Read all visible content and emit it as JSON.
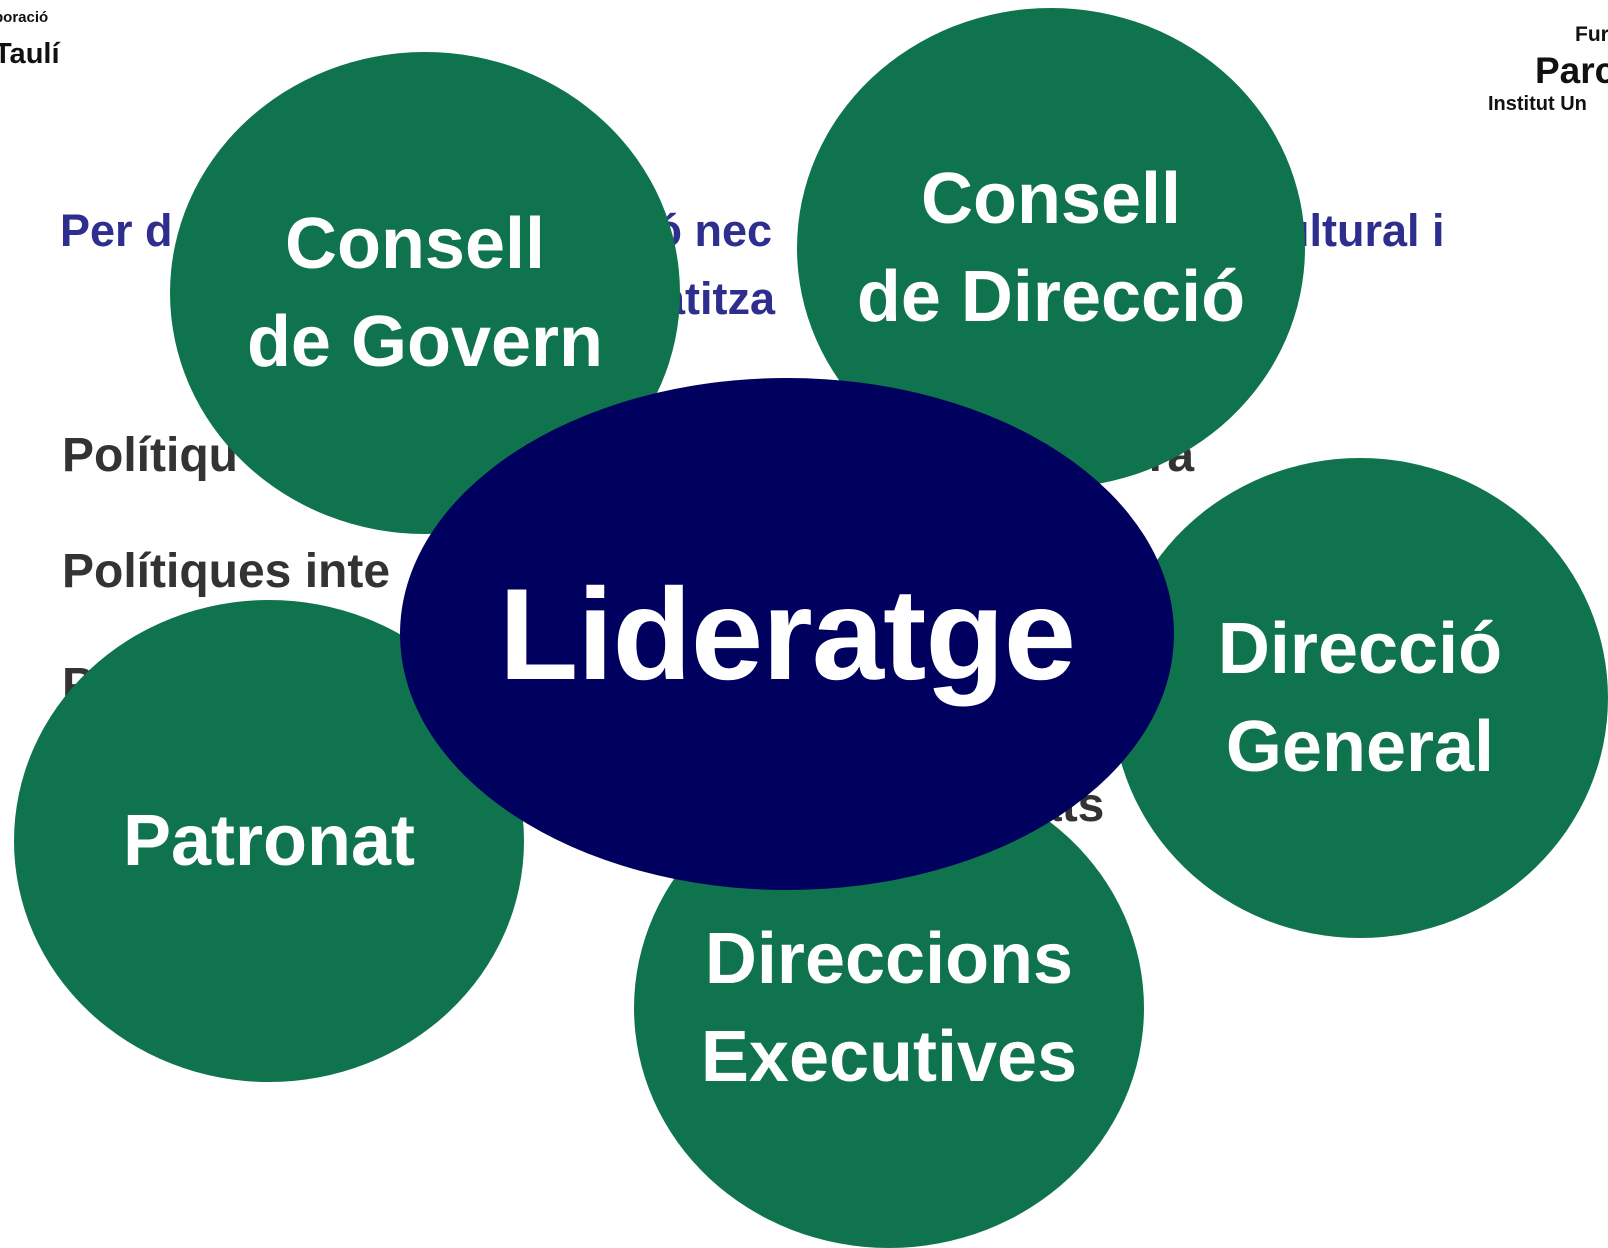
{
  "logos": {
    "left_top": "poració",
    "left_main": "Taulí",
    "right_top": "Fur",
    "right_main": "Parc",
    "right_bottom": "Institut Un"
  },
  "background_text": {
    "title_line1_a": "Per d",
    "title_line1_b": "ió nec",
    "title_line1_c": "ultural i",
    "title_line2": "atitza",
    "bullet1_a": "Polítiqu",
    "bullet1_b": "dora",
    "bullet2": "Polítiques inte",
    "bullet3": "P",
    "bullet4": "ats"
  },
  "diagram": {
    "center": "Lideratge",
    "nodes": {
      "consell_govern": [
        "Consell",
        "de Govern"
      ],
      "consell_direccio": [
        "Consell",
        "de Direcció"
      ],
      "direccio_general": [
        "Direcció",
        "General"
      ],
      "direccions_executives": [
        "Direccions",
        "Executives"
      ],
      "patronat": [
        "Patronat"
      ]
    }
  },
  "colors": {
    "node_fill": "#0f744d",
    "center_fill": "#00005f",
    "title_text": "#2e2e8f",
    "body_text": "#333333"
  }
}
